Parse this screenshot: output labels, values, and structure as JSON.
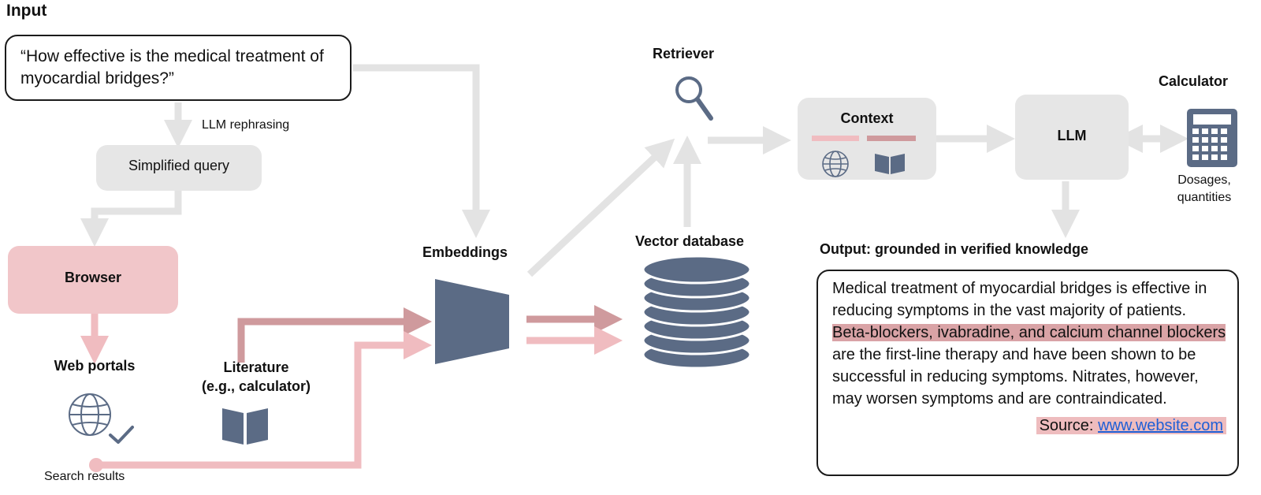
{
  "labels": {
    "input_heading": "Input",
    "query": "“How effective is the medical treatment of myocardial bridges?”",
    "llm_rephrasing": "LLM rephrasing",
    "simplified_query": "Simplified query",
    "browser": "Browser",
    "web_portals": "Web portals",
    "search_results": "Search results",
    "literature_line1": "Literature",
    "literature_line2": "(e.g., calculator)",
    "embeddings": "Embeddings",
    "vector_database": "Vector database",
    "retriever": "Retriever",
    "context": "Context",
    "llm": "LLM",
    "calculator": "Calculator",
    "dosages_line1": "Dosages,",
    "dosages_line2": "quantities",
    "output_heading": "Output: grounded in verified knowledge"
  },
  "output": {
    "text_1": "Medical treatment of myocardial bridges is effective in reducing symptoms in the vast majority of patients.",
    "highlight": "Beta-blockers, ivabradine, and calcium channel blockers",
    "text_2": "are the first-line therapy and have been shown to be  successful in reducing symptoms. Nitrates, however, may worsen symptoms and are contraindicated.",
    "source_label": "Source:",
    "source_link": "www.website.com"
  },
  "colors": {
    "arrow_gray": "#e3e3e3",
    "arrow_dark_pink": "#cf9a9d",
    "arrow_light_pink": "#f0bcc0",
    "box_gray": "#e6e6e6",
    "browser_pink": "#f1c6c9",
    "slate": "#5b6b85",
    "highlight_pink": "#d9a3a6"
  },
  "icons": [
    "search-icon",
    "globe-icon",
    "checkmark-icon",
    "book-icon",
    "database-icon",
    "calculator-icon",
    "funnel-icon"
  ]
}
